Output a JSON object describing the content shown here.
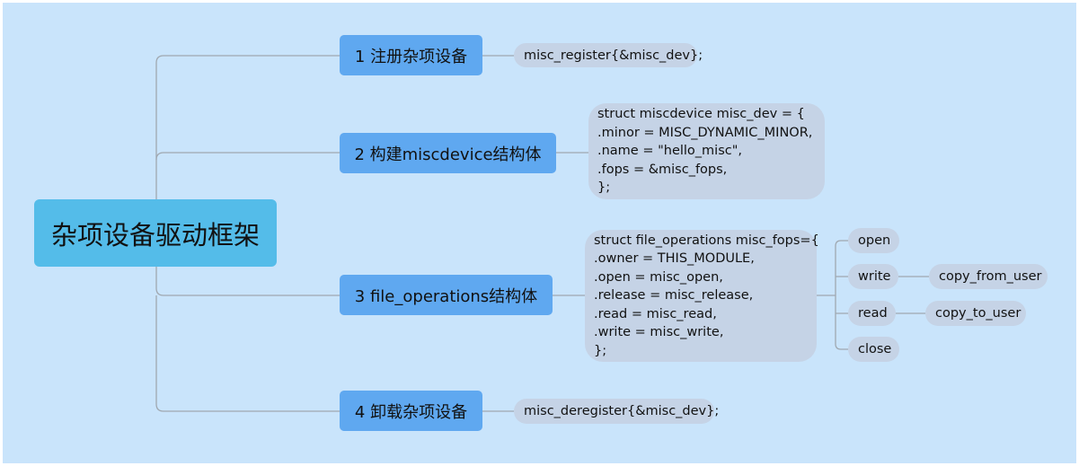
{
  "root": "杂项设备驱动框架",
  "branches": [
    {
      "label": "1 注册杂项设备",
      "leaf": "misc_register{&misc_dev};"
    },
    {
      "label": "2 构建miscdevice结构体",
      "code": [
        "struct miscdevice misc_dev = {",
        ".minor = MISC_DYNAMIC_MINOR,",
        ".name = \"hello_misc\",",
        ".fops = &misc_fops,",
        "};"
      ]
    },
    {
      "label": "3 file_operations结构体",
      "code": [
        "struct file_operations misc_fops={",
        ".owner = THIS_MODULE,",
        ".open = misc_open,",
        ".release = misc_release,",
        ".read = misc_read,",
        ".write = misc_write,",
        "};"
      ],
      "children": [
        {
          "label": "open"
        },
        {
          "label": "write",
          "child": "copy_from_user"
        },
        {
          "label": "read",
          "child": "copy_to_user"
        },
        {
          "label": "close"
        }
      ]
    },
    {
      "label": "4 卸载杂项设备",
      "leaf": "misc_deregister{&misc_dev};"
    }
  ],
  "colors": {
    "background": "#c9e4fb",
    "root": "#54bce9",
    "branch": "#5fa8f0",
    "leaf": "#c5d3e6",
    "line": "#a0a8b0"
  }
}
